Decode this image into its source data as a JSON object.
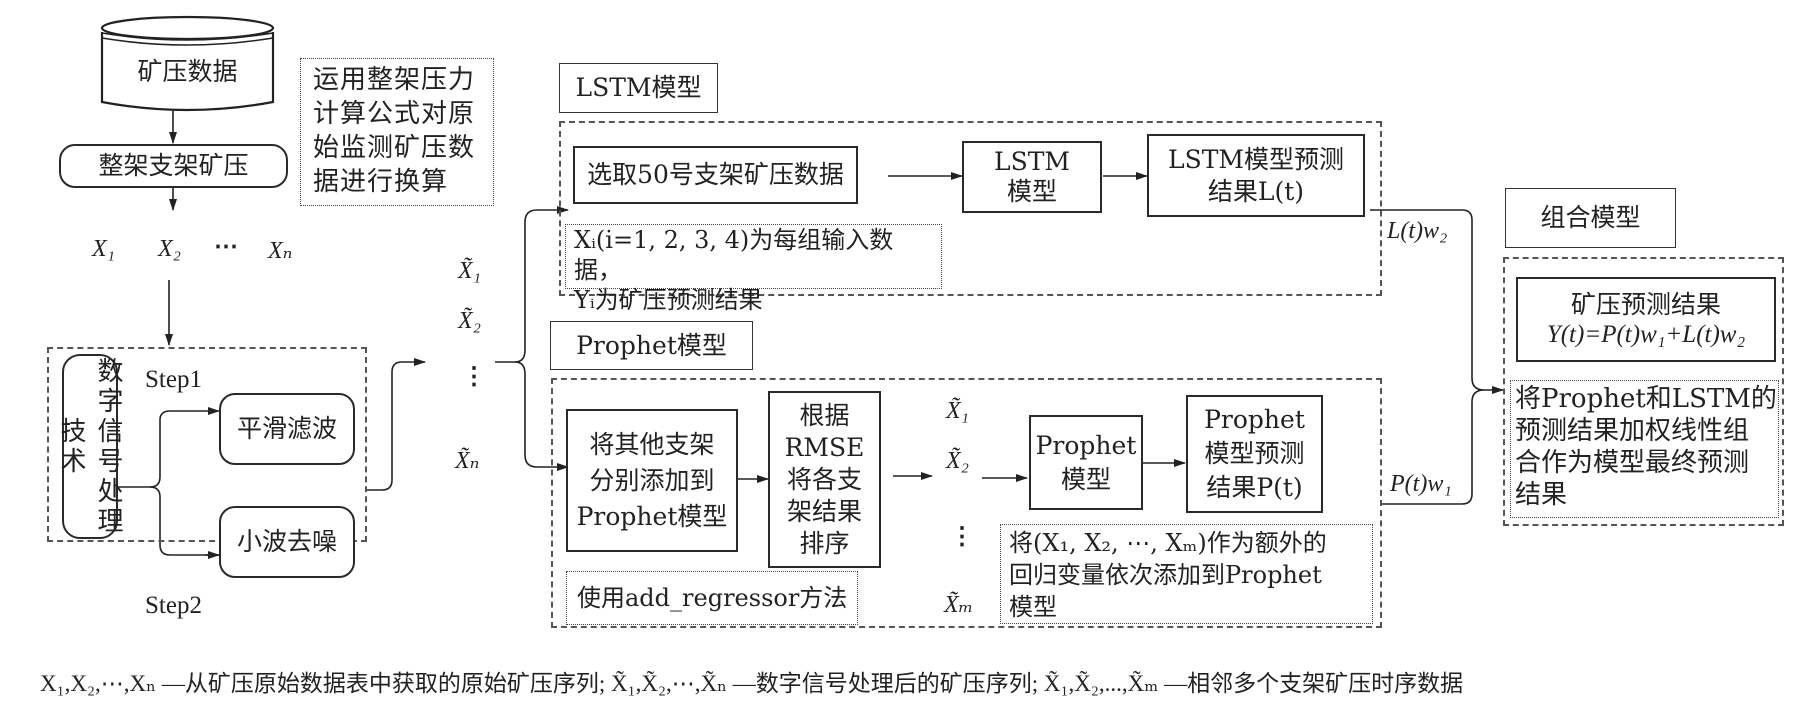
{
  "preprocess": {
    "database_label": "矿压数据",
    "support_pressure_label": "整架支架矿压",
    "conversion_note": "运用整架压力\n计算公式对原\n始监测矿压数\n据进行换算",
    "raw_series": [
      "X₁",
      "X₂",
      "⋯",
      "Xₙ"
    ],
    "dsp_label": "数字信号处理技术",
    "step1_label": "Step1",
    "step2_label": "Step2",
    "smoothing_label": "平滑滤波",
    "wavelet_label": "小波去噪",
    "processed_series": [
      "X̃₁",
      "X̃₂",
      "⋮",
      "X̃ₙ"
    ]
  },
  "lstm": {
    "title": "LSTM模型",
    "select_label": "选取50号支架矿压数据",
    "model_label": "LSTM\n模型",
    "result_label": "LSTM模型预测\n结果L(t)",
    "note_line1": "Xᵢ(i=1, 2, 3, 4)为每组输入数据，",
    "note_line2": "Yᵢ为矿压预测结果",
    "output_weight": "L(t)w₂"
  },
  "prophet": {
    "title": "Prophet模型",
    "add_supports_label": "将其他支架\n分别添加到\nProphet模型",
    "rank_label": "根据\nRMSE\n将各支\n架结果\n排序",
    "method_note": "使用add_regressor方法",
    "ranked_series": [
      "X̃₁",
      "X̃₂",
      "⋮",
      "X̃ₘ"
    ],
    "model_label": "Prophet\n模型",
    "result_label": "Prophet\n模型预测\n结果P(t)",
    "regressor_note": "将(X₁, X₂, ⋯, Xₘ)作为额外的\n回归变量依次添加到Prophet\n模型",
    "output_weight": "P(t)w₁"
  },
  "combined": {
    "title": "组合模型",
    "result_line1": "矿压预测结果",
    "result_line2": "Y(t)=P(t)w₁+L(t)w₂",
    "note": "将Prophet和LSTM的\n预测结果加权线性组\n合作为模型最终预测\n结果"
  },
  "caption": "X₁,X₂,⋯,Xₙ —从矿压原始数据表中获取的原始矿压序列; X̃₁,X̃₂,⋯,X̃ₙ —数字信号处理后的矿压序列; X̃₁,X̃₂,...,X̃ₘ —相邻多个支架矿压时序数据"
}
